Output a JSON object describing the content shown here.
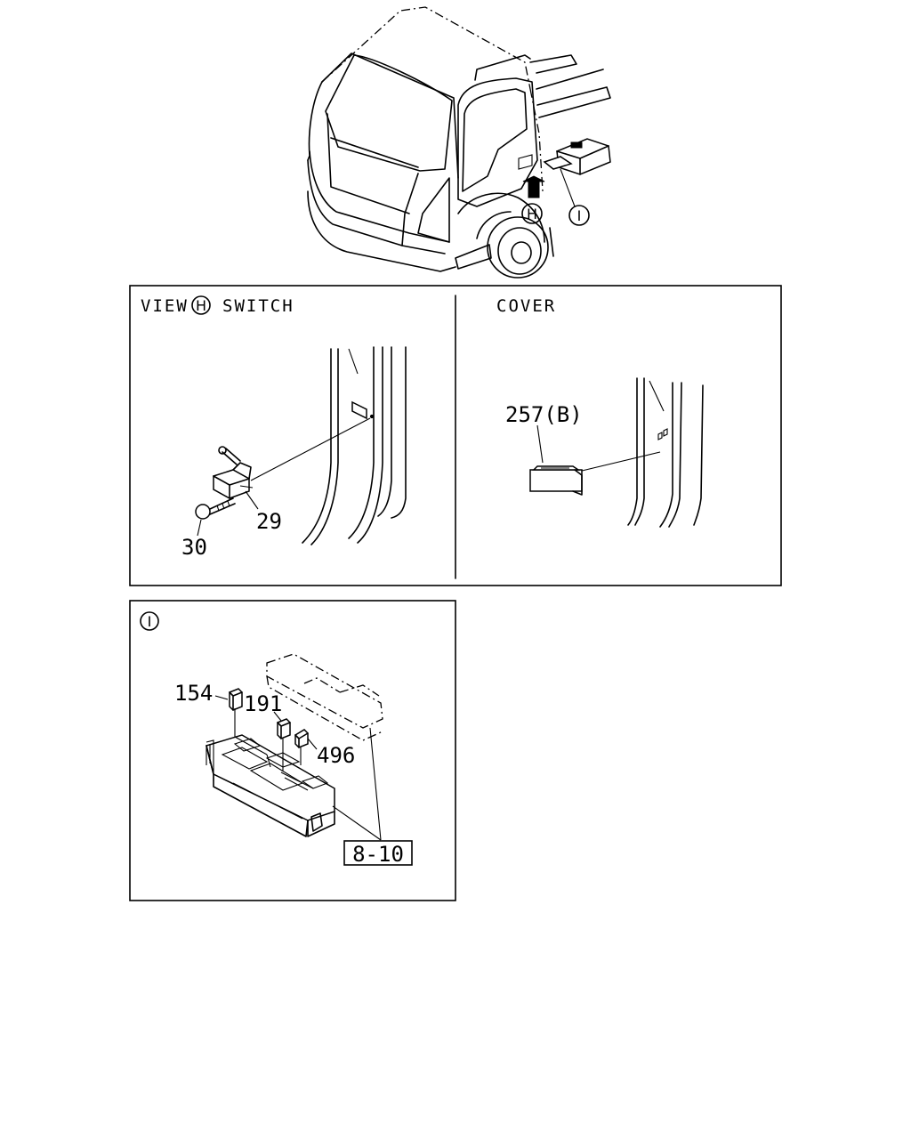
{
  "markers": {
    "view_h": "H",
    "view_i": "I"
  },
  "panels": {
    "switch": {
      "prefix": "VIEW",
      "marker": "H",
      "title": "SWITCH"
    },
    "cover": {
      "title": "COVER"
    },
    "box": {
      "marker": "I"
    }
  },
  "callouts": {
    "switch_part": "29",
    "screw_part": "30",
    "cover_part": "257(B)",
    "relay_a": "154",
    "relay_b": "191",
    "relay_c": "496",
    "box_ref": "8-10"
  }
}
